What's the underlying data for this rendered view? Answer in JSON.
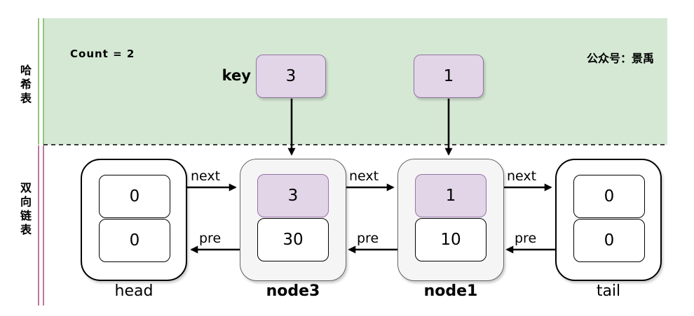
{
  "sections": {
    "hash_table_label": "哈希表",
    "linked_list_label": "双向链表"
  },
  "hash_area": {
    "count_text": "Count = 2",
    "watermark": "公众号：景禹",
    "key_label": "key",
    "keys": [
      {
        "value": "3"
      },
      {
        "value": "1"
      }
    ]
  },
  "list_area": {
    "nodes": [
      {
        "name": "head",
        "top_value": "0",
        "bottom_value": "0"
      },
      {
        "name": "node3",
        "top_value": "3",
        "bottom_value": "30"
      },
      {
        "name": "node1",
        "top_value": "1",
        "bottom_value": "10"
      },
      {
        "name": "tail",
        "top_value": "0",
        "bottom_value": "0"
      }
    ],
    "pointer_labels": {
      "next": "next",
      "pre": "pre"
    }
  },
  "colors": {
    "hash_region_fill": "#d5e8d4",
    "hash_accent_line": "#94c57d",
    "list_accent_line": "#bd76a0",
    "key_box_fill": "#e1d5e7",
    "key_box_border": "#9673a6",
    "node_container_fill": "#f5f5f5",
    "node_container_border": "#666666",
    "arrow_color": "#000000"
  }
}
